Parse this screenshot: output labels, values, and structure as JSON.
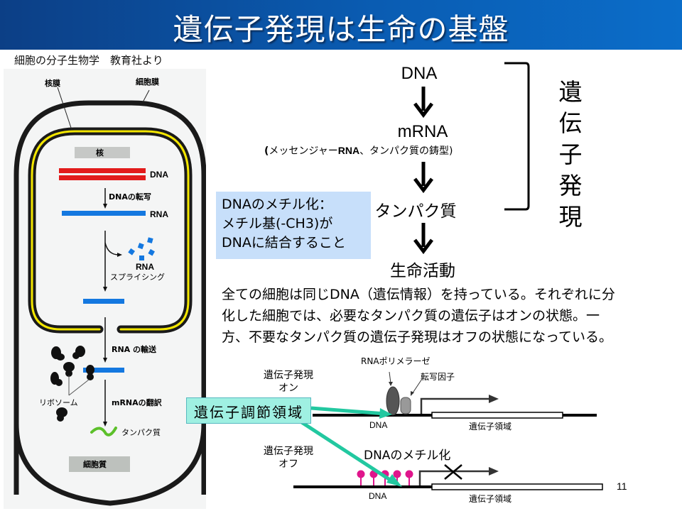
{
  "slide": {
    "title": "遺伝子発現は生命の基盤",
    "source": "細胞の分子生物学　教育社より",
    "page_number": "11"
  },
  "cell_diagram": {
    "labels": {
      "nuclear_membrane": "核膜",
      "cell_membrane": "細胞膜",
      "nucleus": "核",
      "dna": "DNA",
      "transcription": "DNAの転写",
      "rna": "RNA",
      "splicing_rna": "RNA",
      "splicing": "スプライシング",
      "rna_transport": "RNA の輸送",
      "ribosome": "リボソーム",
      "translation": "mRNAの翻訳",
      "protein": "タンパク質",
      "cytoplasm": "細胞質"
    },
    "colors": {
      "dna": "#e21b1b",
      "rna": "#1478e0",
      "nuclear_membrane": "#f3e600",
      "protein": "#5cc02a"
    }
  },
  "flow": {
    "dna": "DNA",
    "mrna": "mRNA",
    "mrna_note_prefix": "(",
    "mrna_note_a": "メッセンジャー",
    "mrna_note_bold": "RNA",
    "mrna_note_b": "、タンパク質の鋳型)",
    "protein": "タンパク質",
    "life": "生命活動",
    "bracket_label": [
      "遺",
      "伝",
      "子",
      "発",
      "現"
    ]
  },
  "methylation_note": {
    "lines": [
      "DNAのメチル化：",
      "メチル基(-CH3)が",
      "DNAに結合すること"
    ]
  },
  "paragraph": {
    "lines": [
      "全ての細胞は同じDNA（遺伝情報）を持っている。それぞれに分",
      "化した細胞では、必要なタンパク質の遺伝子はオンの状態。一",
      "方、不要なタンパク質の遺伝子発現はオフの状態になっている。"
    ]
  },
  "gene_diagram": {
    "on_label": [
      "遺伝子発現",
      "オン"
    ],
    "off_label": [
      "遺伝子発現",
      "オフ"
    ],
    "rna_polymerase": "RNAポリメラーゼ",
    "transcription_factor": "転写因子",
    "dna": "DNA",
    "gene_region": "遺伝子領域",
    "methylation": "DNAのメチル化",
    "regulatory_region": "遺伝子調節領域",
    "colors": {
      "methyl": "#e0158c",
      "arrow": "#22c8a0"
    }
  }
}
